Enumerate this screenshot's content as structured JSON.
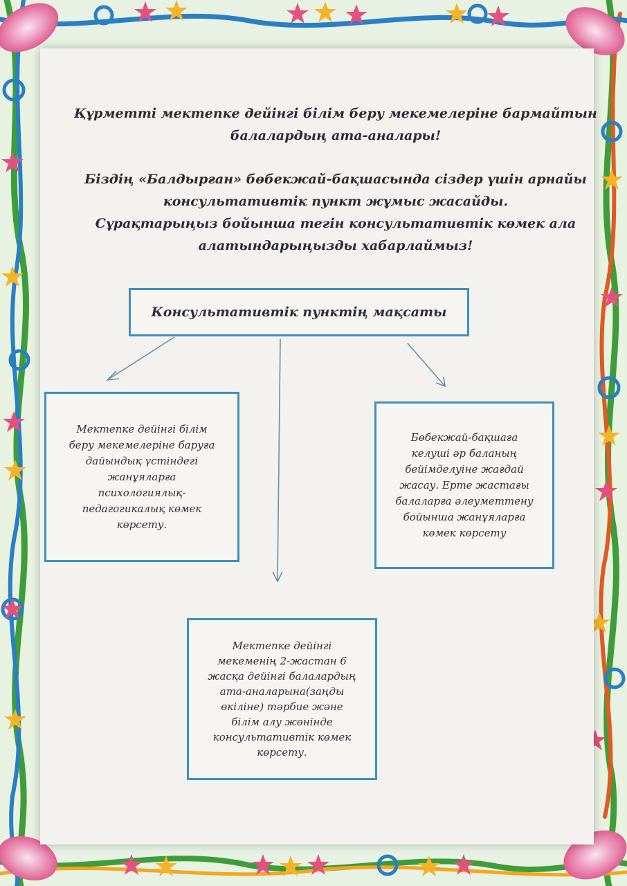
{
  "notice": {
    "greeting_line1": "Құрметті мектепке дейінгі білім беру мекемелеріне бармайтын",
    "greeting_line2": "балалардың ата-аналары!",
    "body_line1": "Біздің «Балдырған» бөбекжай-бақшасында сіздер үшін арнайы",
    "body_line2": "консультативтік пункт жұмыс жасайды.",
    "body_line3": "Сұрақтарыңыз бойынша тегін консультативтік көмек ала",
    "body_line4": "алатындарыңызды хабарлаймыз!"
  },
  "diagram": {
    "root_label": "Консультативтік пунктің мақсаты",
    "left_box": [
      "Мектепке дейінгі білім",
      "беру мекемелеріне баруға",
      "дайындық үстіндегі",
      "жанұяларға",
      "психологиялық-",
      "педагогикалық көмек",
      "көрсету."
    ],
    "right_box": [
      "Бөбекжай-бақшаға",
      "келуші әр баланың",
      "бейімделуіне жағдай",
      "жасау. Ерте жастағы",
      "балаларға әлеуметтену",
      "бойынша жанұяларға",
      "көмек көрсету"
    ],
    "bottom_box": [
      "Мектепке дейінгі",
      "мекеменің 2-жастан 6",
      "жасқа дейінгі балалардың",
      "ата-аналарына(заңды",
      "өкіліне) тәрбие және",
      "білім алу жөнінде",
      "консультативтік көмек",
      "көрсету."
    ]
  },
  "colors": {
    "box_border": "#3f8fbf",
    "text": "#2f2f36",
    "paper": "#f3f2ee"
  }
}
